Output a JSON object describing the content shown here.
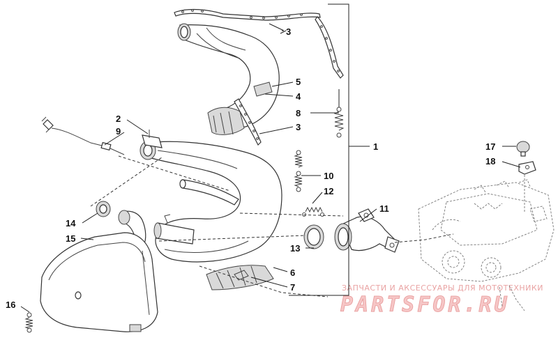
{
  "callouts": {
    "c1": "1",
    "c2": "2",
    "c3a": "3",
    "c3b": "3",
    "c4": "4",
    "c5": "5",
    "c6": "6",
    "c7": "7",
    "c8": "8",
    "c9": "9",
    "c10": "10",
    "c11": "11",
    "c12": "12",
    "c13": "13",
    "c14": "14",
    "c15": "15",
    "c16": "16",
    "c17": "17",
    "c18": "18"
  },
  "watermark": {
    "caption": "ЗАПЧАСТИ И АКСЕССУАРЫ ДЛЯ МОТОТЕХНИКИ",
    "logo": "PARTSFOR.RU"
  },
  "colors": {
    "line": "#333333",
    "watermark": "#e79a9a"
  }
}
